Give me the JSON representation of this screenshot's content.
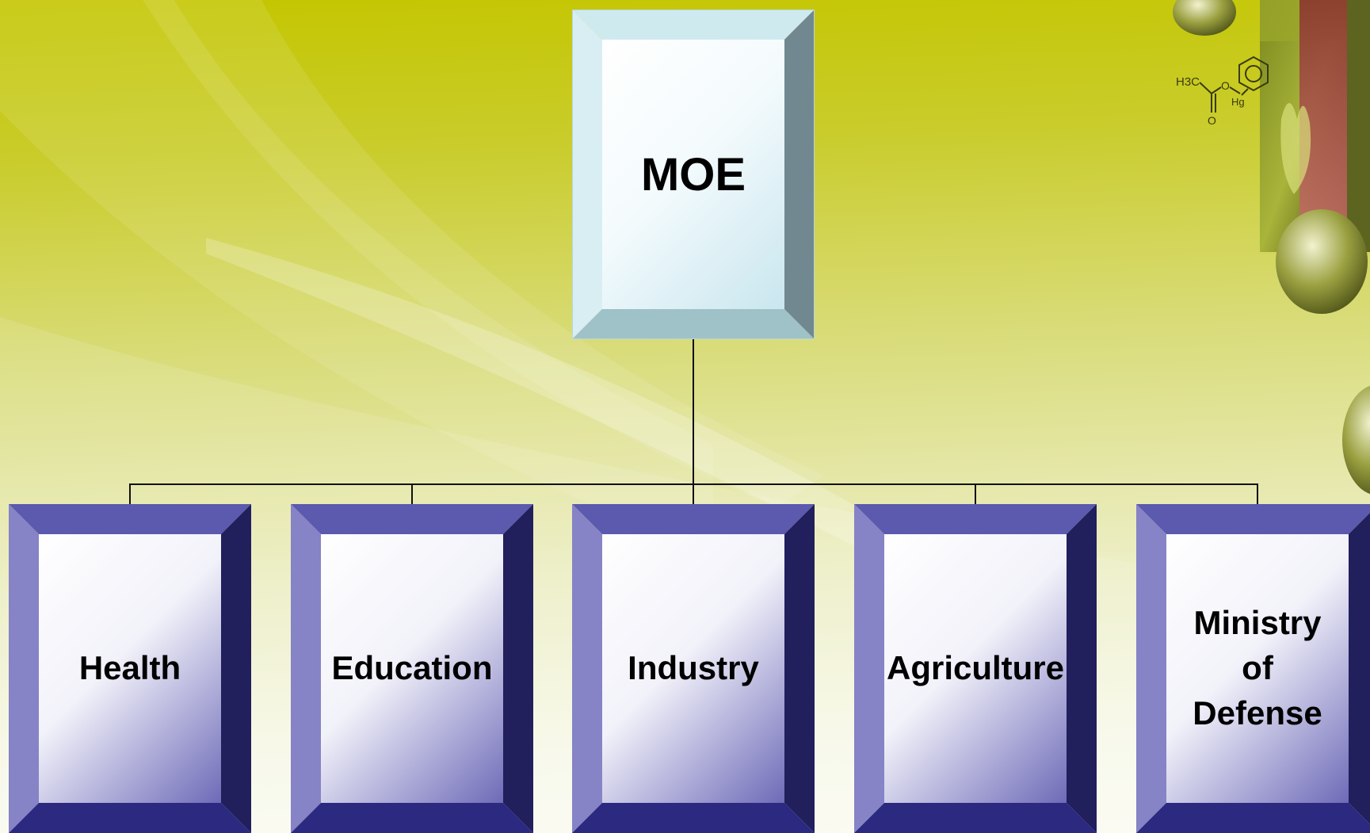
{
  "diagram": {
    "root": {
      "label": "MOE"
    },
    "children": [
      {
        "label": "Health"
      },
      {
        "label": "Education"
      },
      {
        "label": "Industry"
      },
      {
        "label": "Agriculture"
      },
      {
        "label": "Ministry of Defense"
      }
    ]
  },
  "decor": {
    "molecule_labels": [
      "H3C",
      "O",
      "O",
      "Hg"
    ]
  },
  "colors": {
    "background_top": "#c4c600",
    "background_bottom": "#fbfbf2",
    "root_frame": "#a9cfd6",
    "child_frame": "#4a479f",
    "connector": "#111111"
  }
}
